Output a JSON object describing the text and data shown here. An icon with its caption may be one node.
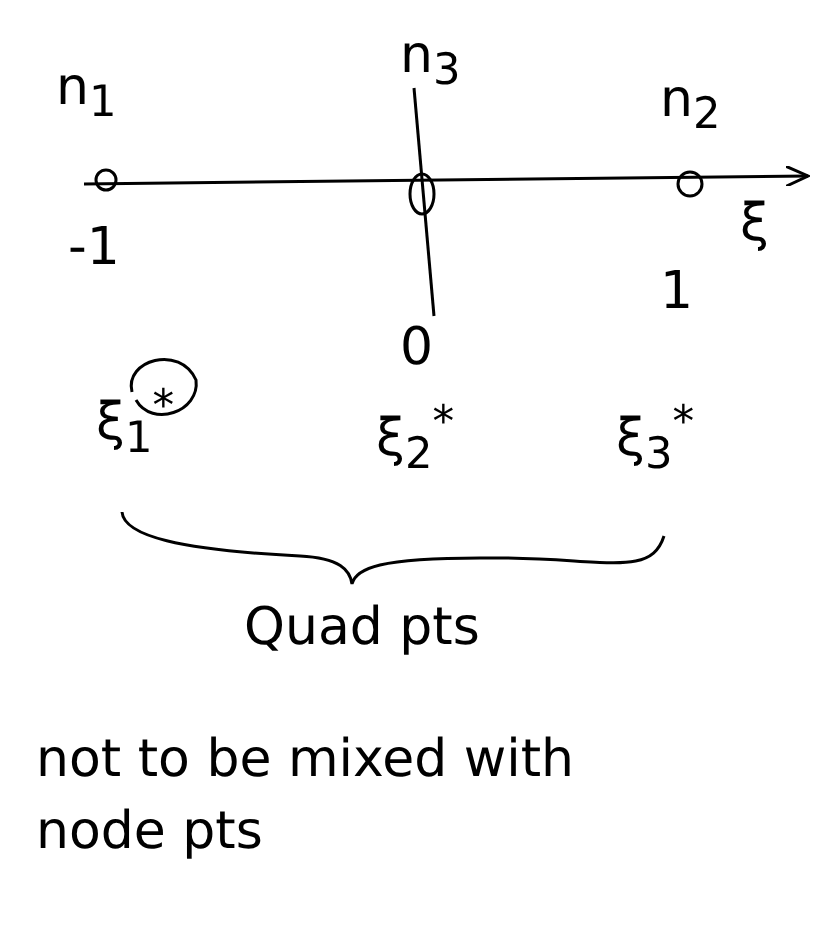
{
  "diagram": {
    "labels": [
      "n$_{1}$",
      "n$_{3}$",
      "n$_{2}$",
      "-1",
      "0",
      "1",
      "ξ",
      "ξ$_{1}$$^{*}$",
      "ξ$_{2}$$^{*}$",
      "ξ$_{3}$$^{*}$",
      "Quad pts",
      "not to be mixed with node pts"
    ]
  }
}
